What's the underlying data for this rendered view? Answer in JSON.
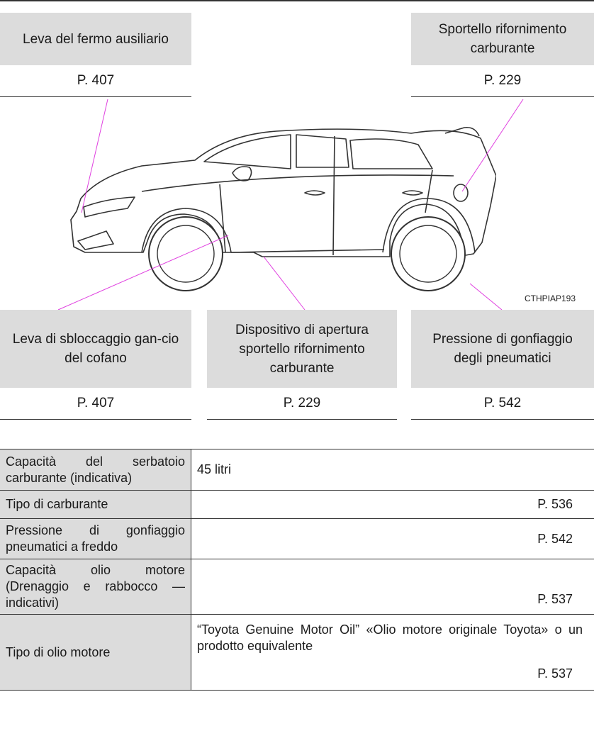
{
  "callouts": {
    "aux_latch": {
      "label": "Leva del fermo ausiliario",
      "page": "P. 407"
    },
    "fuel_door": {
      "label": "Sportello rifornimento carburante",
      "page": "P. 229"
    },
    "hood_release": {
      "label": "Leva di sbloccaggio gan-cio del cofano",
      "page": "P. 407"
    },
    "fuel_opener": {
      "label": "Dispositivo di apertura sportello rifornimento carburante",
      "page": "P. 229"
    },
    "tire_pressure": {
      "label": "Pressione di gonfiaggio degli pneumatici",
      "page": "P. 542"
    }
  },
  "figure_code": "CTHPIAP193",
  "specs": [
    {
      "label": "Capacità del serbatoio carburante (indicativa)",
      "value": "45 litri",
      "page": ""
    },
    {
      "label": "Tipo di carburante",
      "value": "",
      "page": "P. 536"
    },
    {
      "label": "Pressione di gonfiaggio pneumatici a freddo",
      "value": "",
      "page": "P. 542"
    },
    {
      "label": "Capacità olio motore (Drenaggio e rabbocco — indicativi)",
      "value": "",
      "page": "P. 537"
    },
    {
      "label": "Tipo di olio motore",
      "value": "“Toyota Genuine Motor Oil” «Olio motore originale Toyota» o un prodotto equivalente",
      "page": "P. 537"
    }
  ]
}
